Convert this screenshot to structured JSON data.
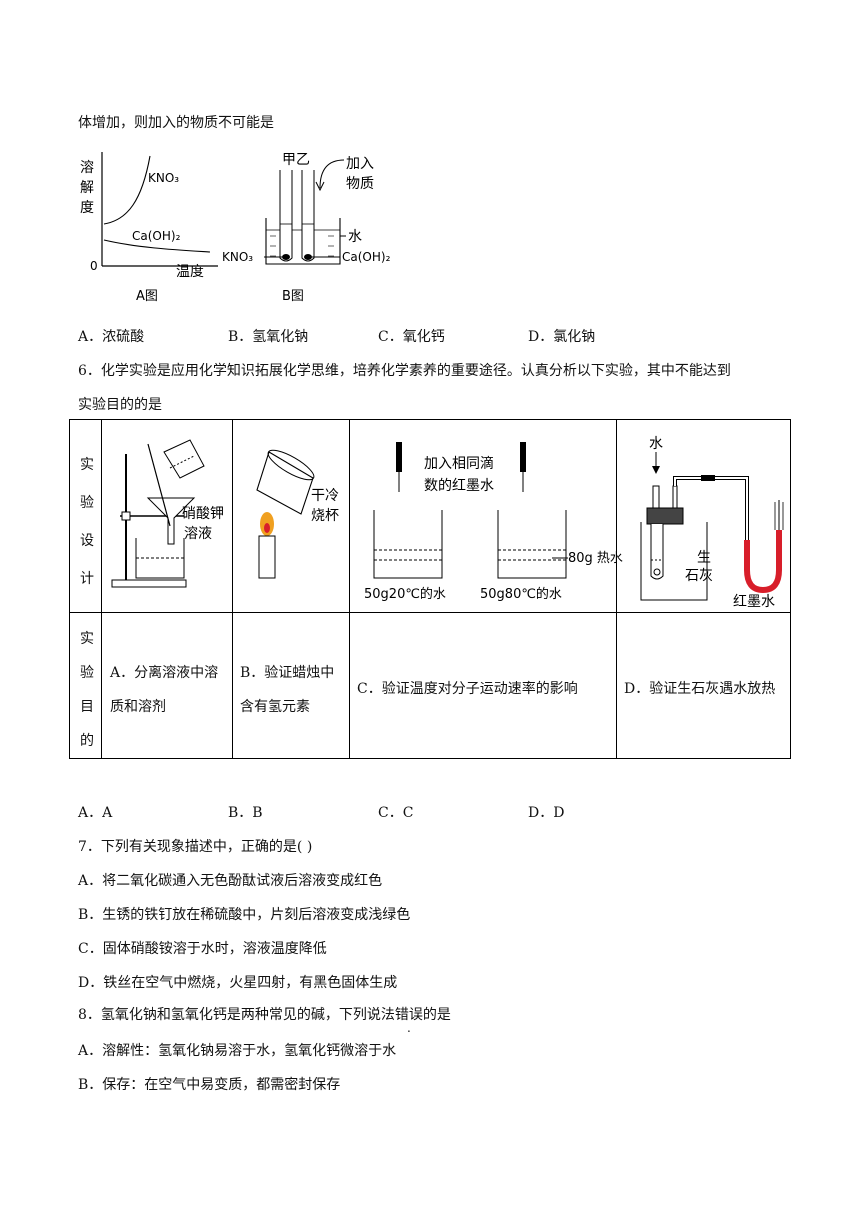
{
  "q5": {
    "stem_tail": "体增加，则加入的物质不可能是",
    "figA": {
      "y_label": [
        "溶",
        "解",
        "度"
      ],
      "x_label": "温度",
      "origin": "0",
      "curve1": "KNO₃",
      "curve2": "Ca(OH)₂",
      "caption": "A图"
    },
    "figB": {
      "tube_labels": "甲乙",
      "add_label_1": "加入",
      "add_label_2": "物质",
      "water": "水",
      "left_solid": "KNO₃",
      "right_solid": "Ca(OH)₂",
      "caption": "B图"
    },
    "options": [
      "A．浓硫酸",
      "B．氢氧化钠",
      "C．氧化钙",
      "D．氯化钠"
    ]
  },
  "q6": {
    "line1": "6．化学实验是应用化学知识拓展化学思维，培养化学素养的重要途径。认真分析以下实验，其中不能达到",
    "line2": "实验目的的是",
    "row1_head": [
      "实",
      "验",
      "设",
      "计"
    ],
    "row2_head": [
      "实",
      "验",
      "目",
      "的"
    ],
    "figA": {
      "label1": "硝酸钾",
      "label2": "溶液"
    },
    "figB": {
      "label1": "干冷",
      "label2": "烧杯"
    },
    "figC": {
      "label1": "加入相同滴",
      "label2": "数的红墨水",
      "right": "80g 热水",
      "left_beaker": "50g20℃的水",
      "right_beaker": "50g80℃的水"
    },
    "figD": {
      "water": "水",
      "lime1": "生",
      "lime2": "石灰",
      "ink": "红墨水"
    },
    "purposeA": [
      "A．分离溶液中溶",
      "质和溶剂"
    ],
    "purposeB": [
      "B．验证蜡烛中",
      "含有氢元素"
    ],
    "purposeC": "C．验证温度对分子运动速率的影响",
    "purposeD": "D．验证生石灰遇水放热",
    "options": [
      "A．A",
      "B．B",
      "C．C",
      "D．D"
    ]
  },
  "q7": {
    "stem": "7．下列有关现象描述中，正确的是( )",
    "options": [
      "A．将二氧化碳通入无色酚酞试液后溶液变成红色",
      "B．生锈的铁钉放在稀硫酸中，片刻后溶液变成浅绿色",
      "C．固体硝酸铵溶于水时，溶液温度降低",
      "D．铁丝在空气中燃烧，火星四射，有黑色固体生成"
    ]
  },
  "q8": {
    "stem_pre": "8．氢氧化钠和氢氧化钙是两种常见的碱，下列说法",
    "stem_emph": "错误",
    "stem_post": "的是",
    "options": [
      "A．溶解性：氢氧化钠易溶于水，氢氧化钙微溶于水",
      "B．保存：在空气中易变质，都需密封保存"
    ]
  },
  "colors": {
    "red_ink": "#d81e2a",
    "flame": "#f0a020"
  }
}
